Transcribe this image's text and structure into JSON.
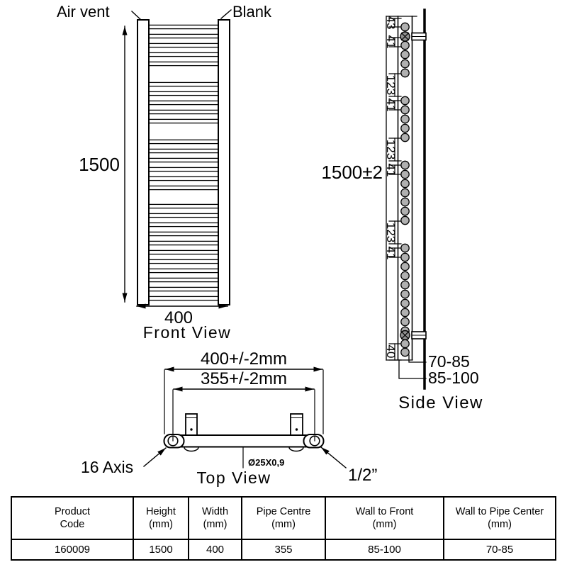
{
  "front_view": {
    "air_vent_label": "Air vent",
    "blank_label": "Blank",
    "height_dim": "1500",
    "width_dim": "400",
    "caption": "Front View"
  },
  "side_view": {
    "caption": "Side View",
    "height_dim": "1500±2",
    "segment_dims": [
      "43",
      "41",
      "123",
      "41",
      "123",
      "41",
      "123",
      "41",
      "40"
    ],
    "wall_to_pipe_center_dim": "70-85",
    "wall_to_front_dim": "85-100"
  },
  "top_view": {
    "caption": "Top View",
    "overall_width_dim": "400+/-2mm",
    "pipe_centre_dim": "355+/-2mm",
    "axis_label": "16 Axis",
    "pipe_spec": "Ø25X0,9",
    "valve_size_label": "1/2”"
  },
  "table": {
    "headers": [
      [
        "Product",
        "Code"
      ],
      [
        "Height",
        "(mm)"
      ],
      [
        "Width",
        "(mm)"
      ],
      [
        "Pipe Centre",
        "(mm)"
      ],
      [
        "Wall to Front",
        "(mm)"
      ],
      [
        "Wall to Pipe Center",
        "(mm)"
      ]
    ],
    "row": [
      "160009",
      "1500",
      "400",
      "355",
      "85-100",
      "70-85"
    ]
  },
  "colors": {
    "line": "#000000",
    "tube_fill": "#b0b0b0",
    "background": "#ffffff"
  }
}
